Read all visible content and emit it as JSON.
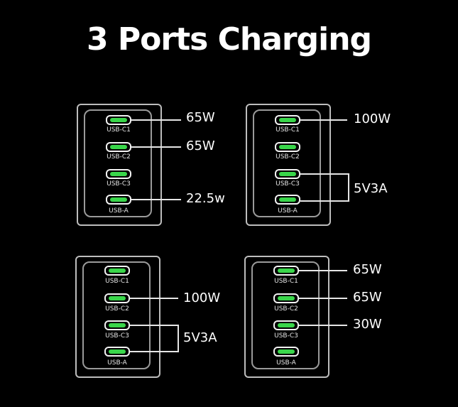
{
  "title": "3 Ports Charging",
  "port_names": [
    "USB-C1",
    "USB-C2",
    "USB-C3",
    "USB-A"
  ],
  "accent_color": "#39d64a",
  "configs": [
    {
      "labels": {
        "c1": "65W",
        "c2": "65W",
        "a": "22.5w"
      }
    },
    {
      "labels": {
        "c1": "100W",
        "c3a": "5V3A"
      }
    },
    {
      "labels": {
        "c2": "100W",
        "c3a": "5V3A"
      }
    },
    {
      "labels": {
        "c1": "65W",
        "c2": "65W",
        "c3": "30W"
      }
    }
  ]
}
